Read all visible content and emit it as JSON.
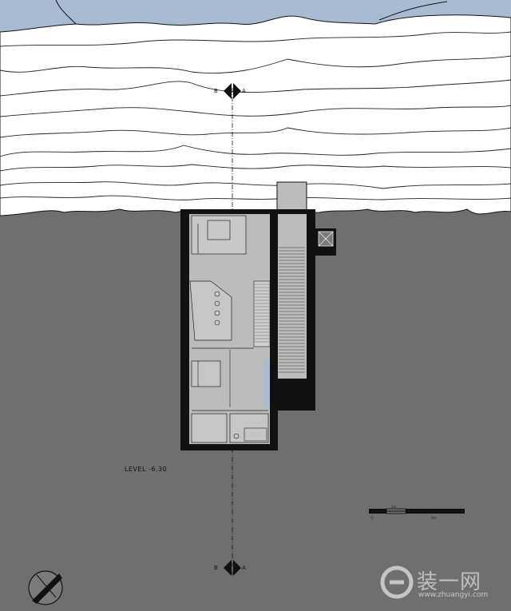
{
  "level_label": "LEVEL -6.30",
  "section_markers": {
    "top": {
      "left": "B",
      "right": "A"
    },
    "bottom": {
      "left": "B",
      "right": "A"
    }
  },
  "scale_bar": {
    "mid_label": "2m",
    "left_label": "0",
    "right_label": "5m"
  },
  "watermark": {
    "brand": "装一网",
    "url": "www.zhuangyi.com"
  },
  "colors": {
    "sea": "#a9bbd3",
    "ground": "#6f6f6f",
    "interior": "#bcbcbc",
    "wall": "#111111"
  }
}
